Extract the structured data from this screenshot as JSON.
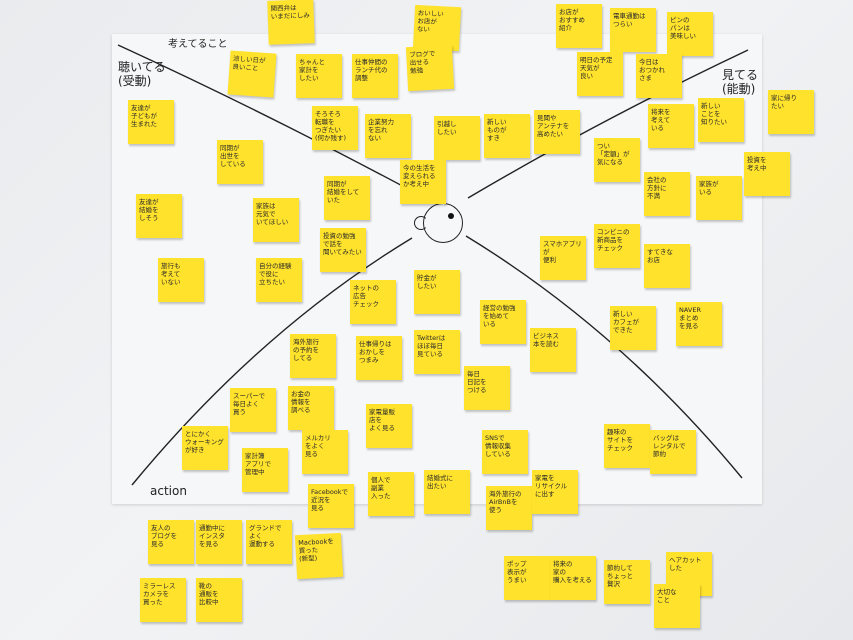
{
  "board": {
    "labels": {
      "hear": "聴いてる\n(受動)",
      "think": "考えてること",
      "see": "見てる\n(能動)",
      "action": "action"
    },
    "notes": [
      {
        "text": "関西弁は\nいまだにしみ"
      },
      {
        "text": "おいしい\nお店が\nない"
      },
      {
        "text": "お店が\nおすすめ\n紹介"
      },
      {
        "text": "電車通勤は\nつらい"
      },
      {
        "text": "ピンの\nパンは\n美味しい"
      },
      {
        "text": "涼しい日が\n良いこと"
      },
      {
        "text": "ちゃんと\n家計を\nしたい"
      },
      {
        "text": "仕事仲間の\nランチ代の\n調整"
      },
      {
        "text": "ブログで\n出せる\n勉強"
      },
      {
        "text": "明日の予定\n天気が\n良い"
      },
      {
        "text": "今日は\nおつかれ\nさま"
      },
      {
        "text": "友達が\n子どもが\n生まれた"
      },
      {
        "text": "そろそろ\n転職を\nつぎたい\n(何か残す)"
      },
      {
        "text": "企業努力\nを忘れ\nない"
      },
      {
        "text": "引越し\nしたい"
      },
      {
        "text": "新しい\nものが\nすき"
      },
      {
        "text": "見聞や\nアンテナを\n高めたい"
      },
      {
        "text": "将来を\n考えて\nいる"
      },
      {
        "text": "新しい\nことを\n知りたい"
      },
      {
        "text": "家に帰り\nたい"
      },
      {
        "text": "同期が\n出世を\nしている"
      },
      {
        "text": "つい\n「定額」が\n気になる"
      },
      {
        "text": "会社の\n方針に\n不満"
      },
      {
        "text": "家族が\nいる"
      },
      {
        "text": "投資を\n考え中"
      },
      {
        "text": "同期が\n結婚をして\nいた"
      },
      {
        "text": "今の生活を\n変えられる\nか考え中"
      },
      {
        "text": "友達が\n結婚を\nしそう"
      },
      {
        "text": "家族は\n元気で\nいてほしい"
      },
      {
        "text": "投資の勉強\nで話を\n聞いてみたい"
      },
      {
        "text": "スマホアプリ\nが\n便利"
      },
      {
        "text": "コンビニの\n新商品を\nチェック"
      },
      {
        "text": "すてきな\nお店"
      },
      {
        "text": "旅行も\n考えて\nいない"
      },
      {
        "text": "自分の経験\nで役に\n立ちたい"
      },
      {
        "text": "ネットの\n広告\nチェック"
      },
      {
        "text": "貯金が\nしたい"
      },
      {
        "text": "経営の勉強\nを始めて\nいる"
      },
      {
        "text": "新しい\nカフェが\nできた"
      },
      {
        "text": "NAVER\nまとめ\nを見る"
      },
      {
        "text": "海外旅行\nの予約を\nしてる"
      },
      {
        "text": "仕事帰りは\nおかしを\nつまみ"
      },
      {
        "text": "Twitterは\nほぼ毎日\n見ている"
      },
      {
        "text": "ビジネス\n本を読む"
      },
      {
        "text": "毎日\n日記を\nつける"
      },
      {
        "text": "スーパーで\n毎日よく\n買う"
      },
      {
        "text": "お金の\n情報を\n調べる"
      },
      {
        "text": "家電量販\n店を\nよく見る"
      },
      {
        "text": "とにかく\nウォーキング\nが好き"
      },
      {
        "text": "家計簿\nアプリで\n管理中"
      },
      {
        "text": "メルカリ\nをよく\n見る"
      },
      {
        "text": "SNSで\n情報収集\nしている"
      },
      {
        "text": "趣味の\nサイトを\nチェック"
      },
      {
        "text": "バッグは\nレンタルで\n節約"
      },
      {
        "text": "Facebookで\n近況を\n見る"
      },
      {
        "text": "個人で\n副業\n入った"
      },
      {
        "text": "結婚式に\n出たい"
      },
      {
        "text": "海外旅行の\nAirBnBを\n使う"
      },
      {
        "text": "家電を\nリサイクル\nに出す"
      },
      {
        "text": "友人の\nブログを\n見る"
      },
      {
        "text": "通勤中に\nインスタ\nを見る"
      },
      {
        "text": "グランドで\nよく\n運動する"
      },
      {
        "text": "Macbookを\n買った\n(新型)"
      },
      {
        "text": "ポップ\n表示が\nうまい"
      },
      {
        "text": "将来の\n家の\n購入を考える"
      },
      {
        "text": "節約して\nちょっと\n贅沢"
      },
      {
        "text": "ヘアカット\nした"
      },
      {
        "text": "ミラーレス\nカメラを\n買った"
      },
      {
        "text": "靴の\n通販を\n比較中"
      },
      {
        "text": "大切な\nこと"
      }
    ]
  }
}
